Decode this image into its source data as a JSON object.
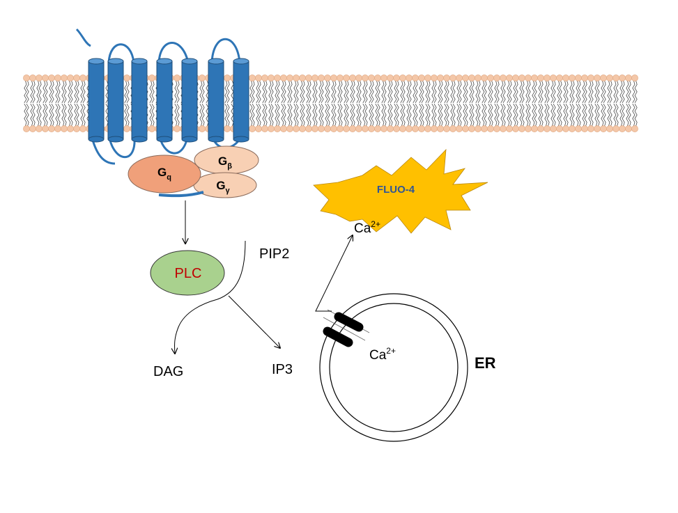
{
  "gprotein": {
    "gq_main": "G",
    "gq_sub": "q",
    "gb_main": "G",
    "gb_sub": "β",
    "gg_main": "G",
    "gg_sub": "γ"
  },
  "nodes": {
    "plc": "PLC",
    "pip2": "PIP2",
    "dag": "DAG",
    "ip3": "IP3",
    "er": "ER",
    "fluo4": "FLUO-4",
    "ca_top_main": "Ca",
    "ca_top_sup": "2+",
    "ca_er_main": "Ca",
    "ca_er_sup": "2+"
  },
  "colors": {
    "receptor": "#2e75b6",
    "lipid_head": "#f4c7a8",
    "gq": "#f0a07a",
    "gbg": "#f8d0b4",
    "plc_fill": "#a9d18e",
    "plc_text": "#c00000",
    "star": "#ffc000",
    "fluo_text": "#2f5597"
  }
}
